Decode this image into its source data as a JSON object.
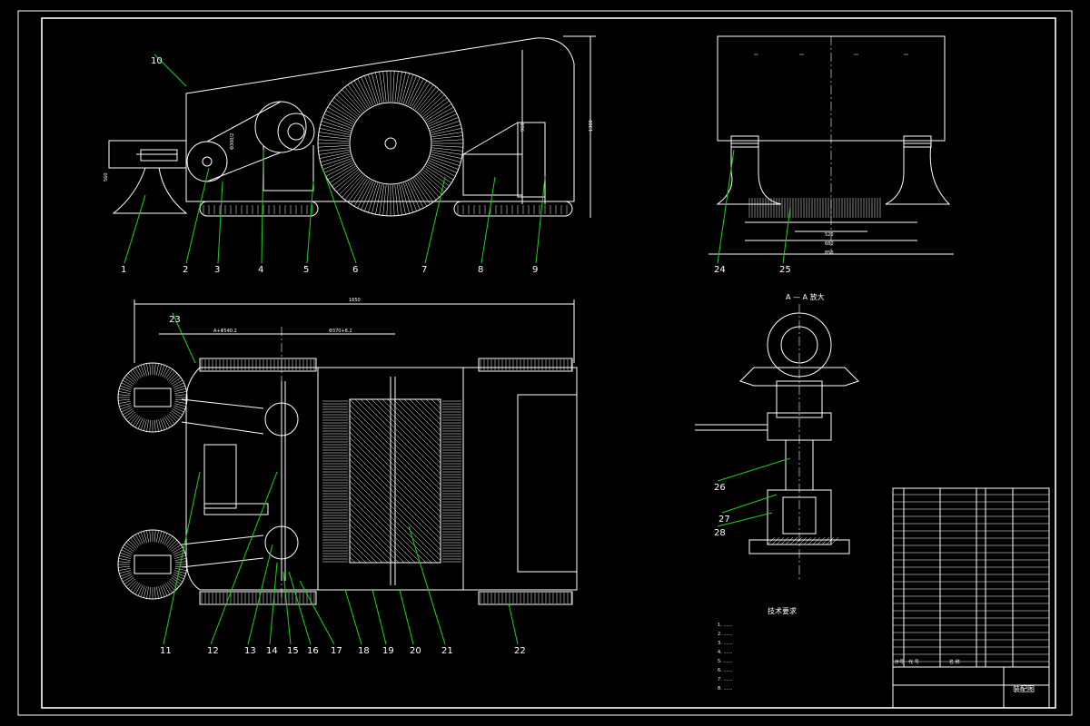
{
  "labels": [
    {
      "n": "1"
    },
    {
      "n": "2"
    },
    {
      "n": "3"
    },
    {
      "n": "4"
    },
    {
      "n": "5"
    },
    {
      "n": "6"
    },
    {
      "n": "7"
    },
    {
      "n": "8"
    },
    {
      "n": "9"
    },
    {
      "n": "10"
    },
    {
      "n": "11"
    },
    {
      "n": "12"
    },
    {
      "n": "13"
    },
    {
      "n": "14"
    },
    {
      "n": "15"
    },
    {
      "n": "16"
    },
    {
      "n": "17"
    },
    {
      "n": "18"
    },
    {
      "n": "19"
    },
    {
      "n": "20"
    },
    {
      "n": "21"
    },
    {
      "n": "22"
    },
    {
      "n": "23"
    },
    {
      "n": "24"
    },
    {
      "n": "25"
    },
    {
      "n": "26"
    },
    {
      "n": "27"
    },
    {
      "n": "28"
    }
  ],
  "section_title": "A — A 放大",
  "dims": {
    "overall_length": "1650",
    "top_left": "A+Φ540.2",
    "top_right": "Φ370+8.2",
    "width_520": "520",
    "width_680": "680",
    "width_850": "850"
  },
  "tech_req": {
    "title": "技术要求",
    "lines": [
      "1. ……",
      "2. ……",
      "3. ……",
      "4. ……",
      "5. ……",
      "6. ……",
      "7. ……",
      "8. ……"
    ]
  },
  "title_block": {
    "drawing_name": "装配图",
    "seq_col": "序号",
    "code_col": "代 号",
    "name_col": "名 称"
  }
}
